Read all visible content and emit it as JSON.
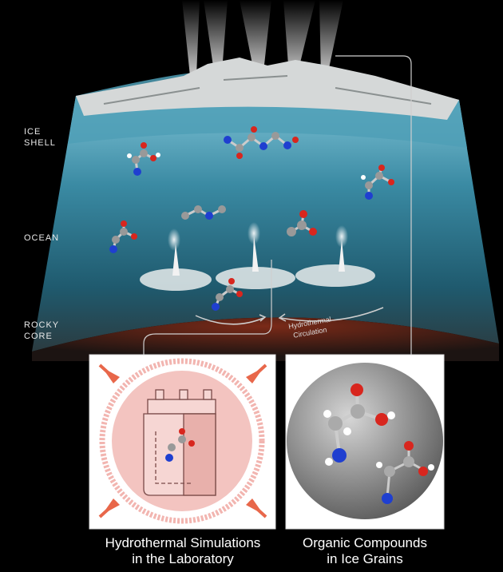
{
  "labels": {
    "ice_shell": [
      "ICE",
      "SHELL"
    ],
    "ocean": "OCEAN",
    "rocky_core": [
      "ROCKY",
      "CORE"
    ],
    "circulation": [
      "Hydrothermal",
      "Circulation"
    ]
  },
  "panels": {
    "left": {
      "caption": [
        "Hydrothermal Simulations",
        "in the Laboratory"
      ]
    },
    "right": {
      "caption": [
        "Organic Compounds",
        "in Ice Grains"
      ]
    }
  },
  "colors": {
    "ocean": "#3e8ea6",
    "ice": "#d9dcdc",
    "core": "#3a1a12",
    "lab_pink": "#f3b8b4",
    "arrow": "#e8674a",
    "oxygen": "#d8261e",
    "nitrogen": "#1f3fd0",
    "carbon": "#8e8e8e",
    "hydrogen": "#ffffff"
  }
}
